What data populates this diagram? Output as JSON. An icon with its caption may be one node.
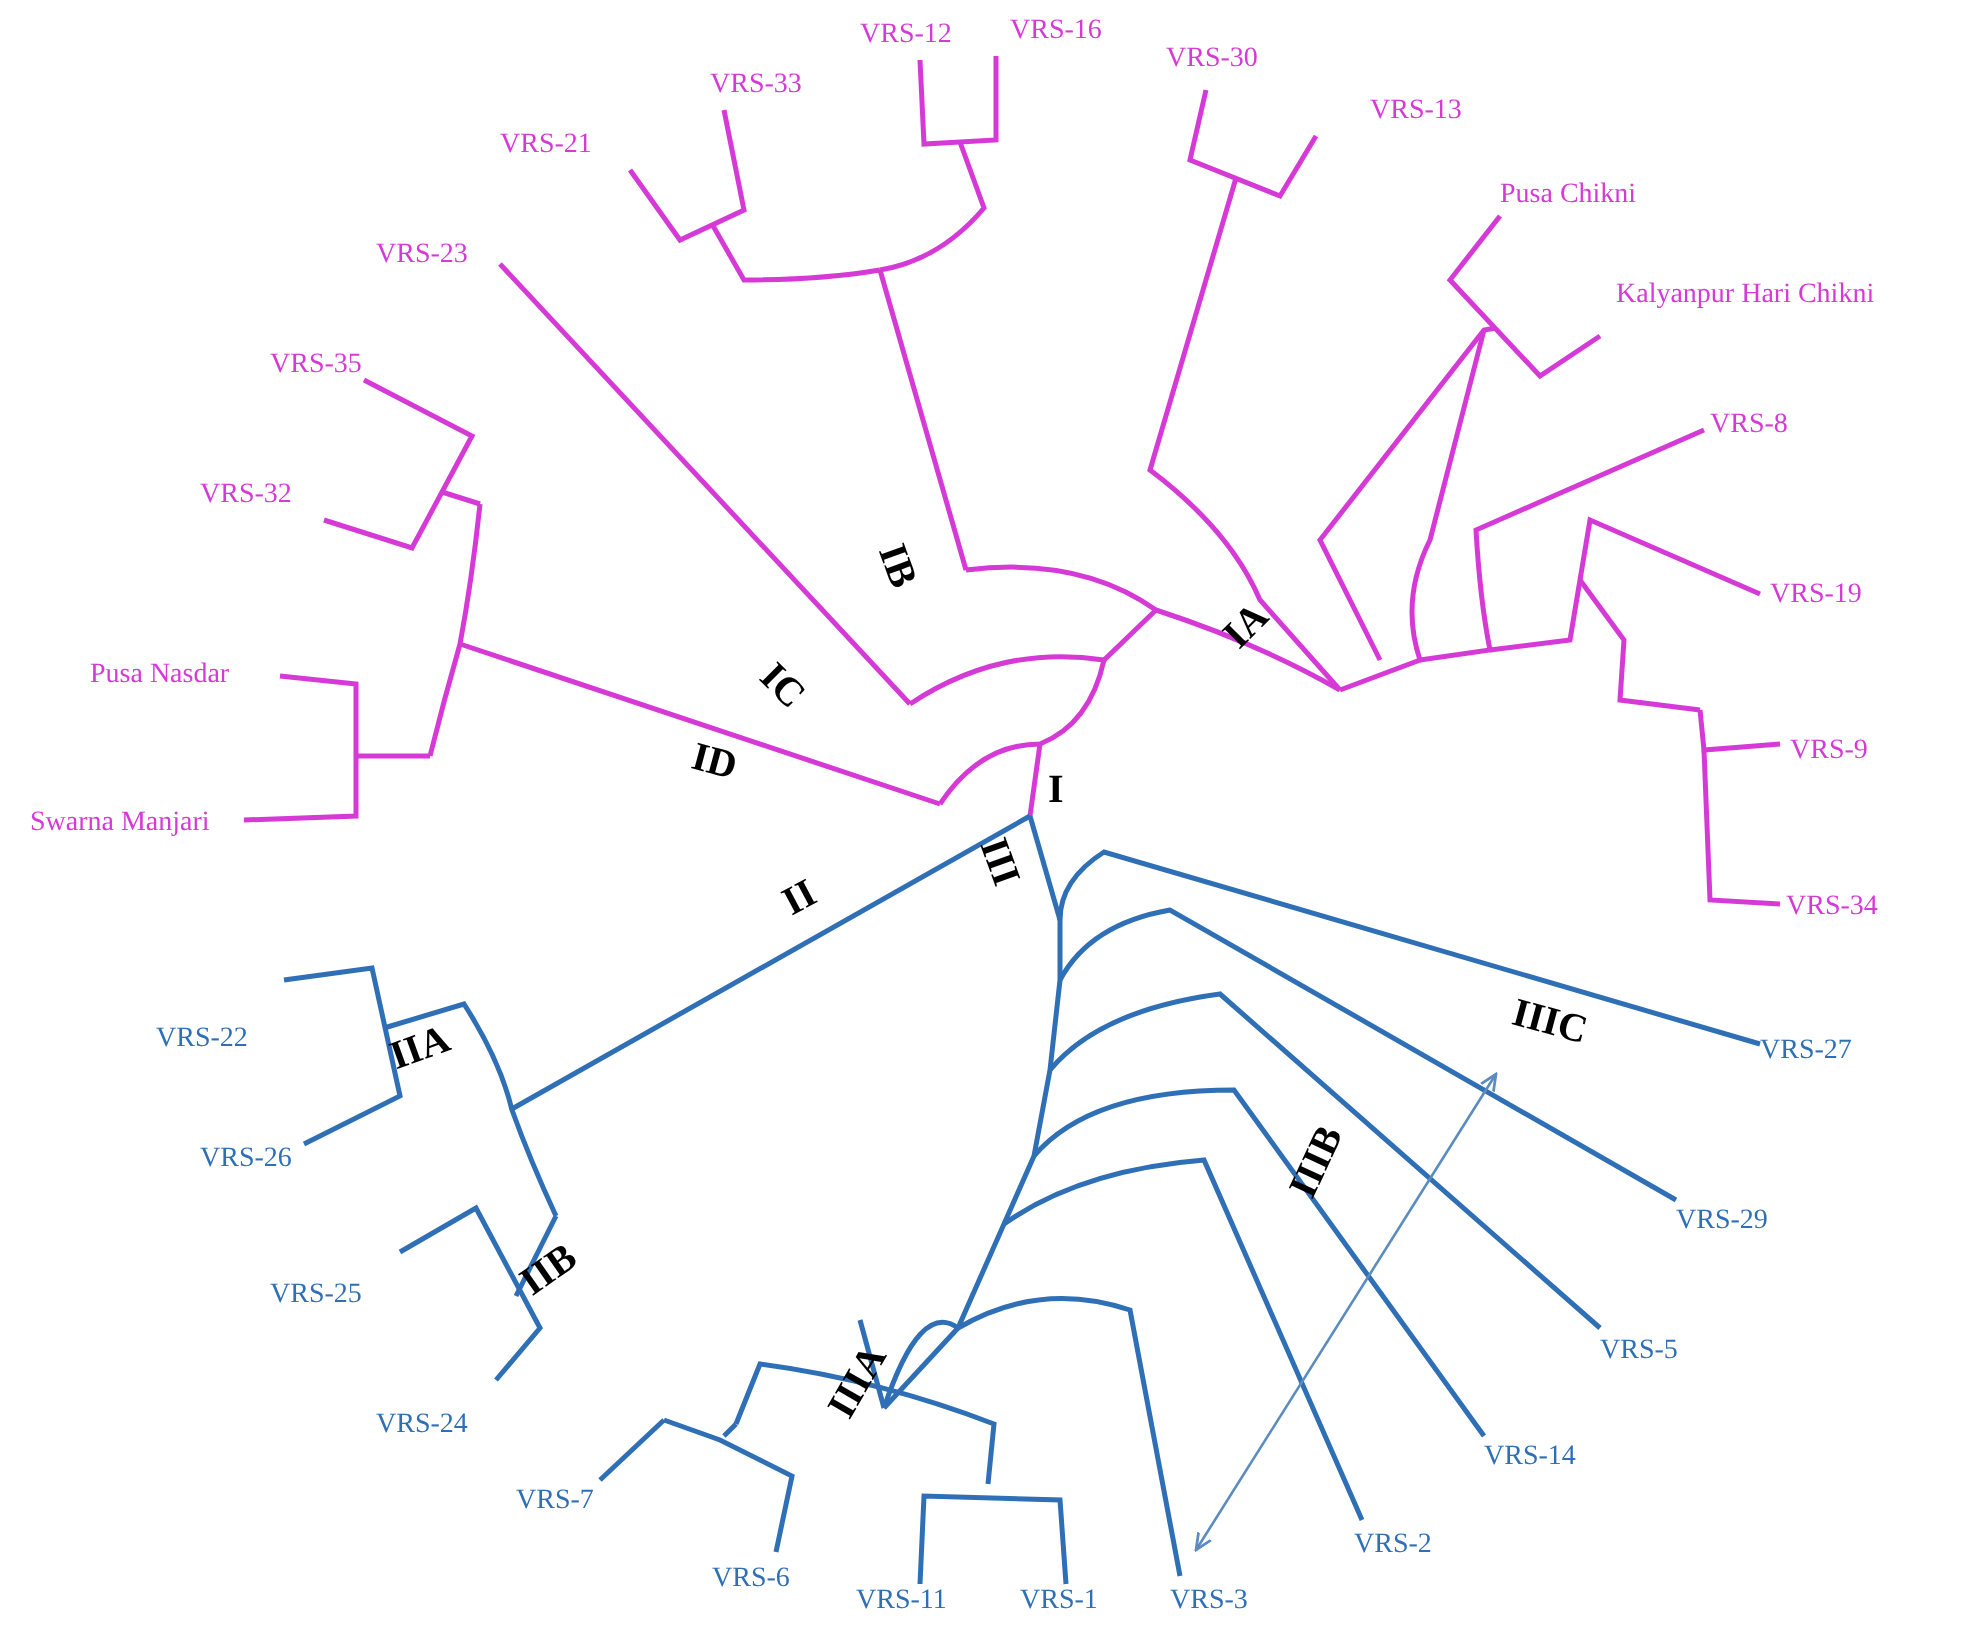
{
  "diagram": {
    "labels": [
      "VRS-12",
      "VRS-16",
      "VRS-30",
      "VRS-33",
      "VRS-13",
      "VRS-21",
      "Pusa Chikni",
      "VRS-23",
      "Kalyanpur Hari Chikni",
      "VRS-35",
      "VRS-8",
      "VRS-32",
      "IB",
      "VRS-19",
      "IA",
      "IC",
      "Pusa Nasdar",
      "ID",
      "VRS-9",
      "Swarna Manjari",
      "I",
      "III",
      "II",
      "VRS-34",
      "VRS-22",
      "IIA",
      "IIIC",
      "VRS-27",
      "VRS-26",
      "IIIB",
      "VRS-29",
      "VRS-25",
      "IIB",
      "VRS-5",
      "IIIA",
      "VRS-24",
      "VRS-14",
      "VRS-7",
      "VRS-2",
      "VRS-6",
      "VRS-11",
      "VRS-1",
      "VRS-3"
    ]
  }
}
